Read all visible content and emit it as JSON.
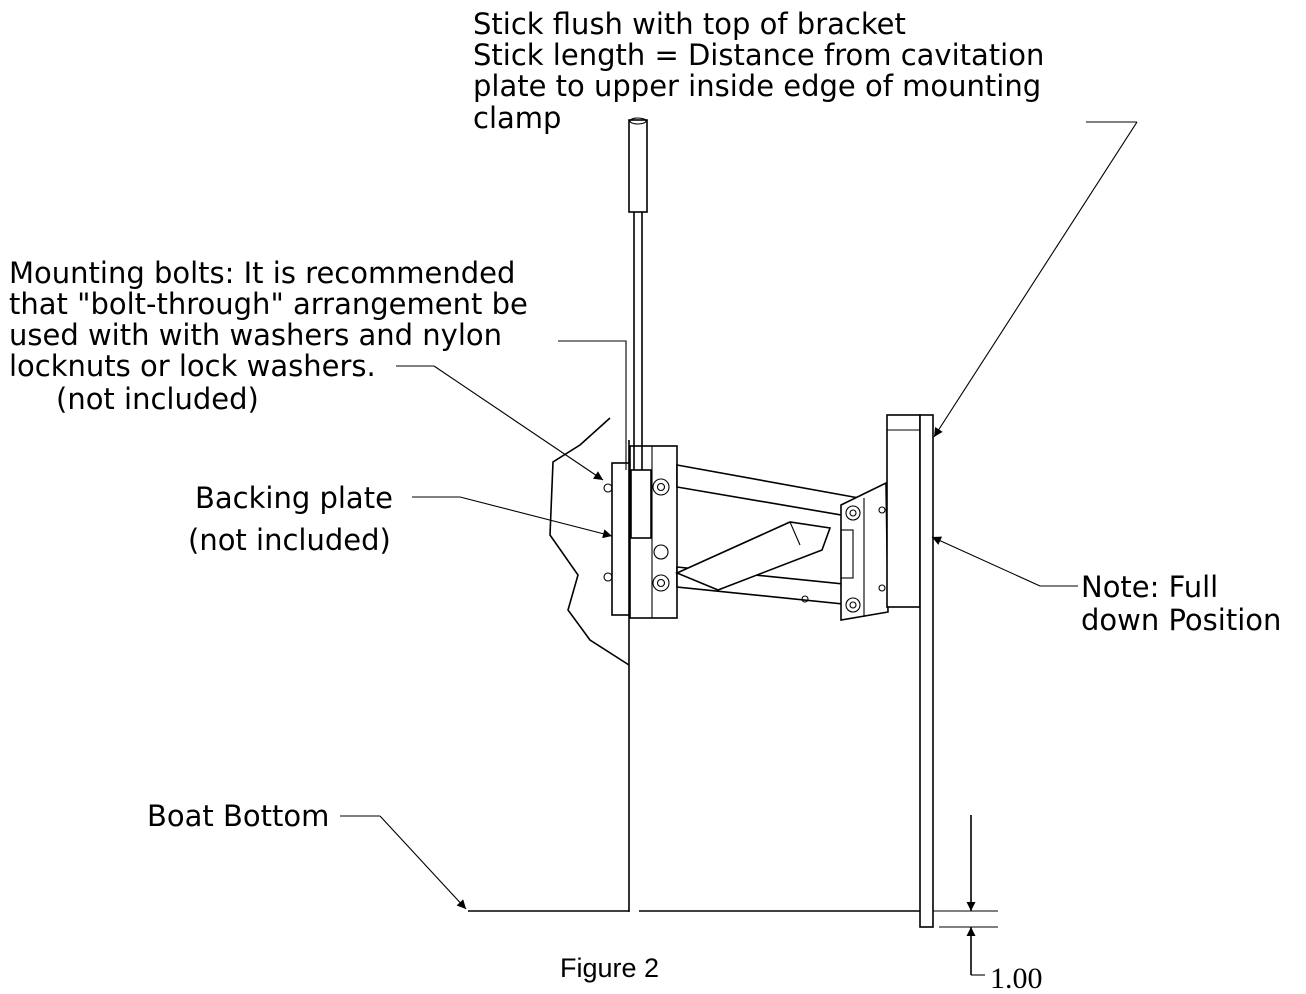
{
  "labels": {
    "stick_note": [
      "Stick flush with top of bracket",
      "Stick length = Distance from cavitation",
      "plate to upper inside edge of mounting",
      "clamp"
    ],
    "mounting_bolts": [
      "Mounting bolts: It is recommended",
      "that \"bolt-through\" arrangement be",
      "used with with washers and nylon",
      "locknuts or lock washers.",
      "(not included)"
    ],
    "backing_plate": [
      "Backing plate",
      "(not included)"
    ],
    "note_full_down": [
      "Note: Full",
      "down Position"
    ],
    "boat_bottom": "Boat Bottom",
    "figure_caption": "Figure 2",
    "dimension": "1.00"
  }
}
